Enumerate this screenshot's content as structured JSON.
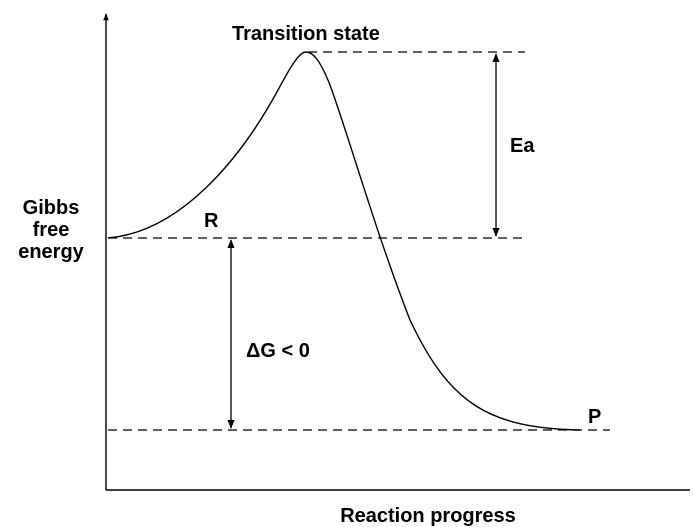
{
  "diagram": {
    "labels": {
      "transition_state": "Transition state",
      "ea": "Ea",
      "reactant": "R",
      "product": "P",
      "delta_g": "ΔG < 0",
      "y_axis_line1": "Gibbs",
      "y_axis_line2": "free",
      "y_axis_line3": "energy",
      "x_axis": "Reaction progress"
    },
    "colors": {
      "ink": "#000000",
      "background": "#ffffff"
    }
  }
}
